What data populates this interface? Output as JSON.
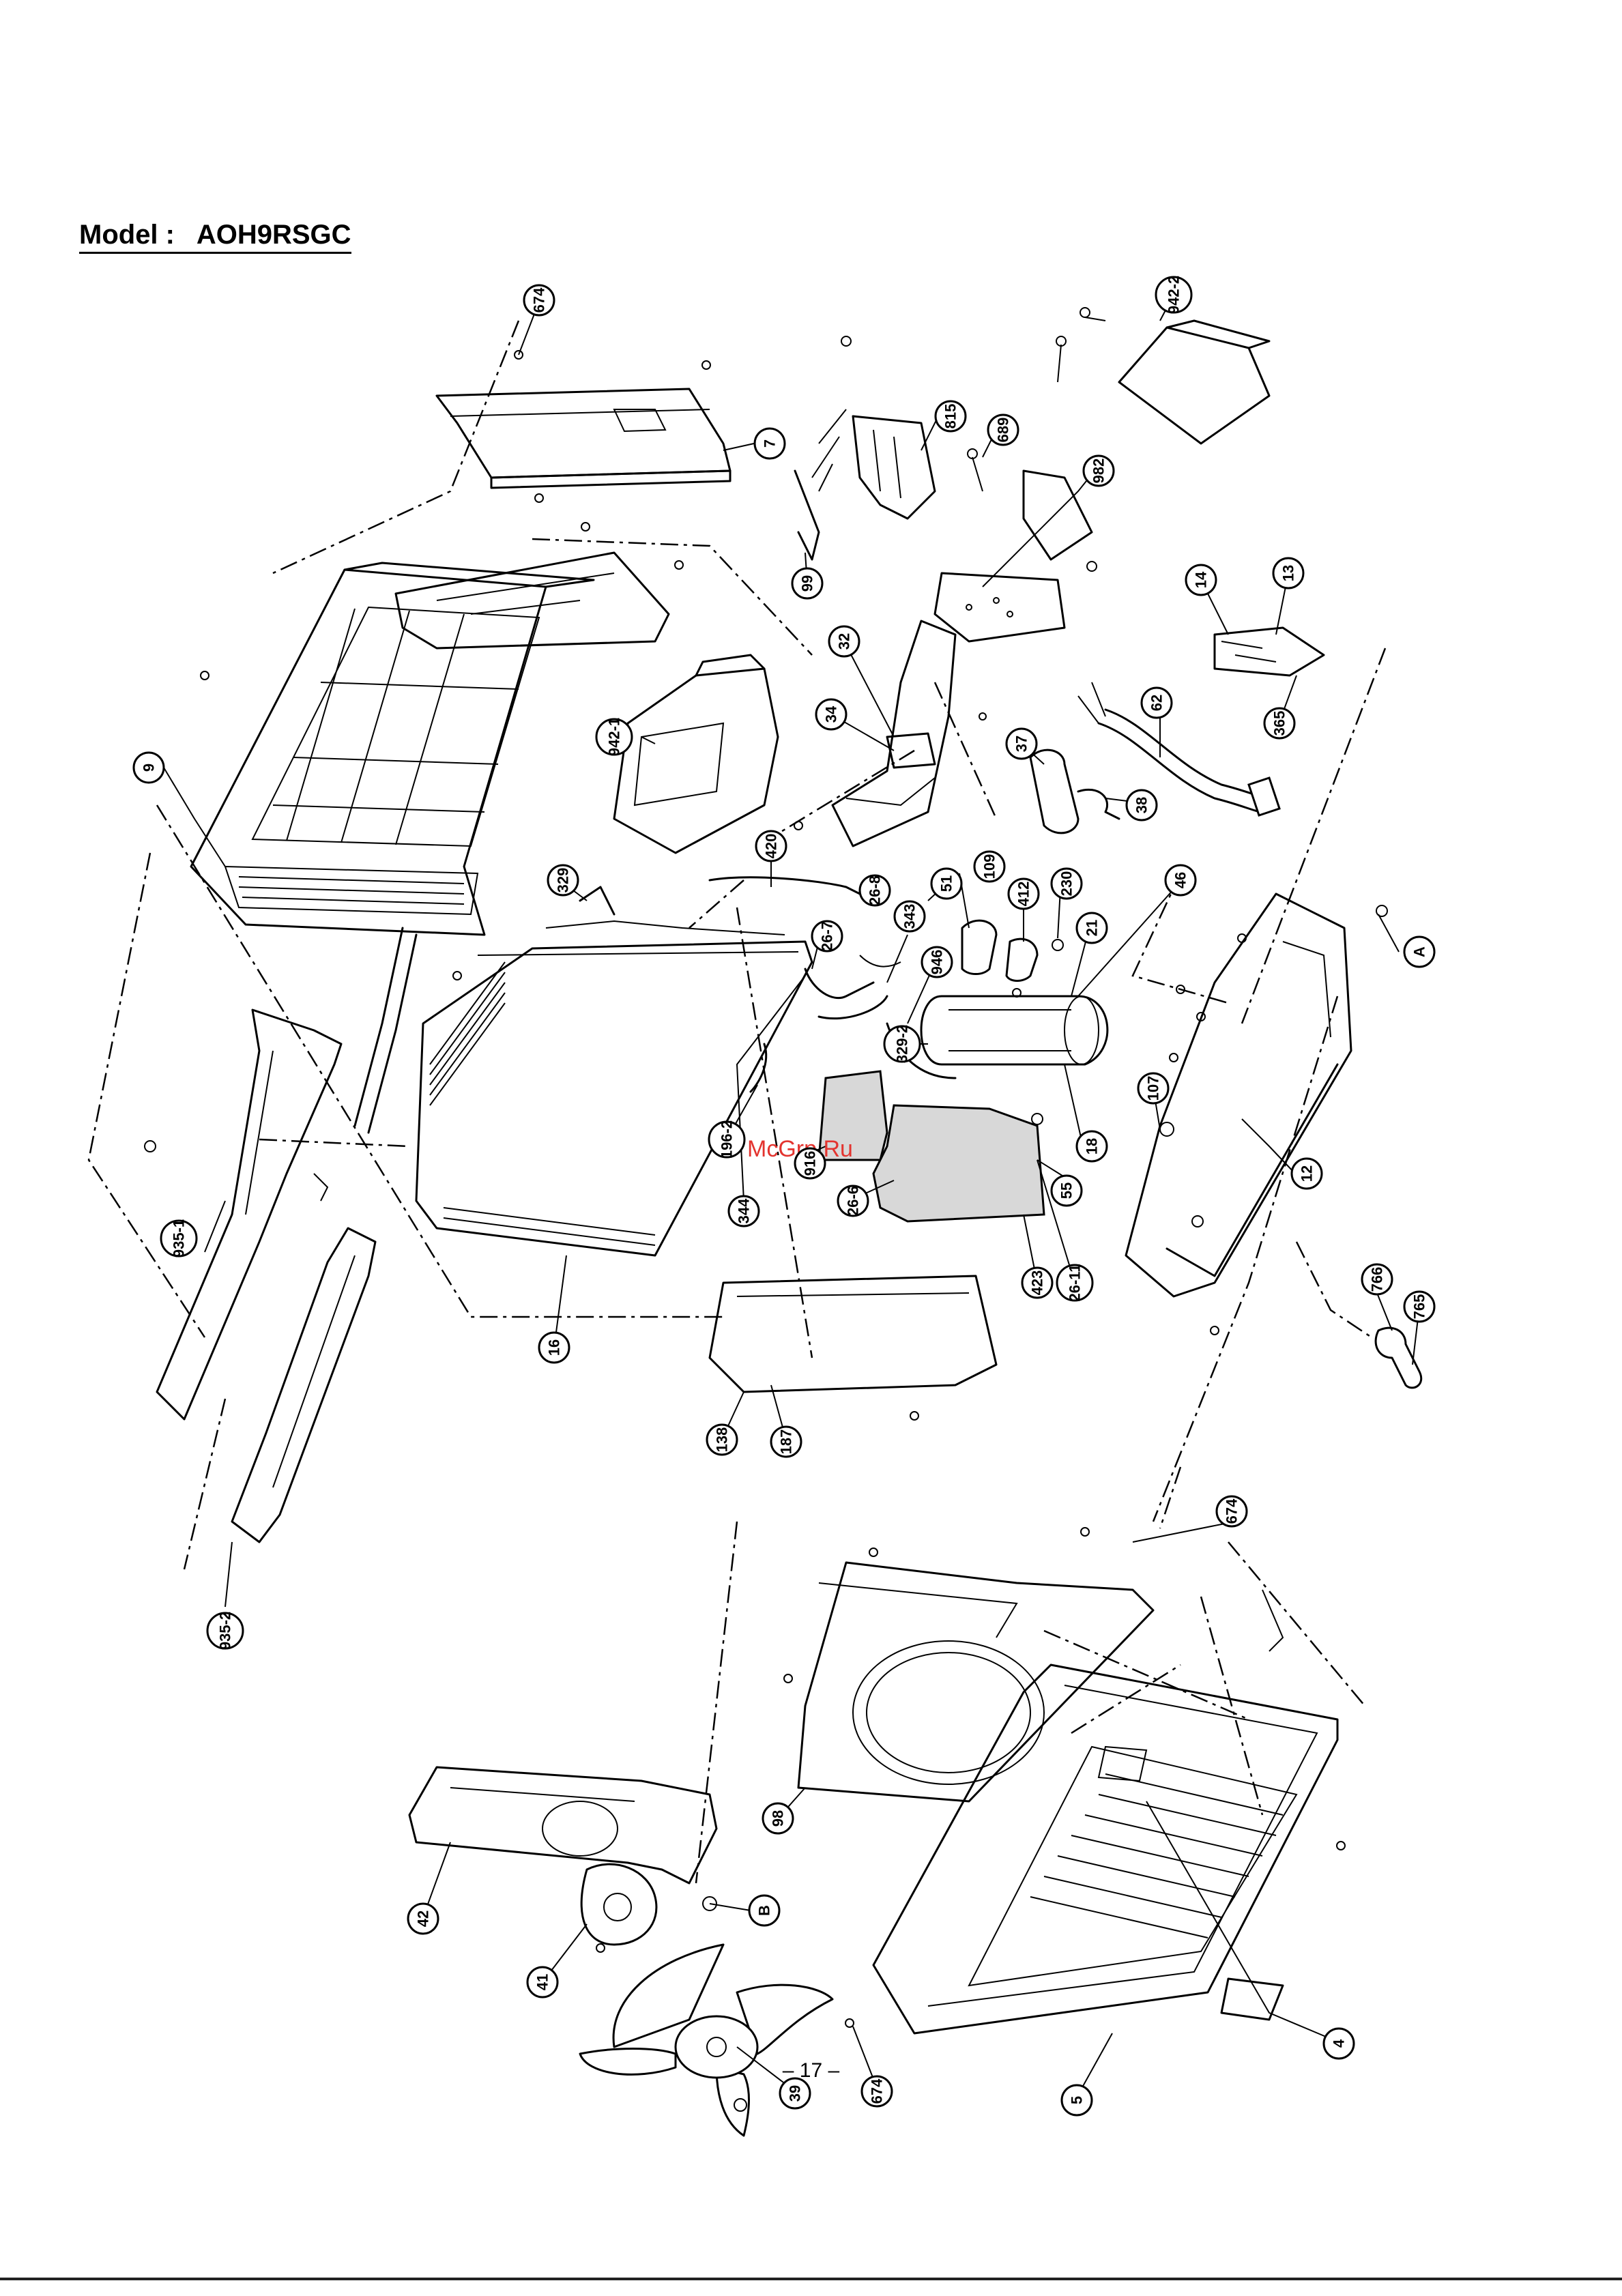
{
  "document": {
    "model_label": "Model :",
    "model_name": "AOH9RSGC",
    "page_number": "– 17 –",
    "watermark": "McGrp.Ru"
  },
  "callouts": [
    {
      "id": "674",
      "label": "674"
    },
    {
      "id": "7",
      "label": "7"
    },
    {
      "id": "99",
      "label": "99"
    },
    {
      "id": "815",
      "label": "815"
    },
    {
      "id": "689",
      "label": "689"
    },
    {
      "id": "942-2",
      "label": "942-2"
    },
    {
      "id": "982",
      "label": "982"
    },
    {
      "id": "14",
      "label": "14"
    },
    {
      "id": "13",
      "label": "13"
    },
    {
      "id": "365",
      "label": "365"
    },
    {
      "id": "62",
      "label": "62"
    },
    {
      "id": "32",
      "label": "32"
    },
    {
      "id": "34",
      "label": "34"
    },
    {
      "id": "37",
      "label": "37"
    },
    {
      "id": "38",
      "label": "38"
    },
    {
      "id": "9",
      "label": "9"
    },
    {
      "id": "942-1",
      "label": "942-1"
    },
    {
      "id": "420",
      "label": "420"
    },
    {
      "id": "329",
      "label": "329"
    },
    {
      "id": "26-8",
      "label": "26-8"
    },
    {
      "id": "51",
      "label": "51"
    },
    {
      "id": "109",
      "label": "109"
    },
    {
      "id": "412",
      "label": "412"
    },
    {
      "id": "230",
      "label": "230"
    },
    {
      "id": "46",
      "label": "46"
    },
    {
      "id": "A",
      "label": "A"
    },
    {
      "id": "26-7",
      "label": "26-7"
    },
    {
      "id": "343",
      "label": "343"
    },
    {
      "id": "946",
      "label": "946"
    },
    {
      "id": "21",
      "label": "21"
    },
    {
      "id": "329-2",
      "label": "329-2"
    },
    {
      "id": "107",
      "label": "107"
    },
    {
      "id": "18",
      "label": "18"
    },
    {
      "id": "196-2",
      "label": "196-2"
    },
    {
      "id": "344",
      "label": "344"
    },
    {
      "id": "916",
      "label": "916"
    },
    {
      "id": "26-6",
      "label": "26-6"
    },
    {
      "id": "55",
      "label": "55"
    },
    {
      "id": "423",
      "label": "423"
    },
    {
      "id": "26-11",
      "label": "26-11"
    },
    {
      "id": "12",
      "label": "12"
    },
    {
      "id": "935-1",
      "label": "935-1"
    },
    {
      "id": "16",
      "label": "16"
    },
    {
      "id": "138",
      "label": "138"
    },
    {
      "id": "187",
      "label": "187"
    },
    {
      "id": "766",
      "label": "766"
    },
    {
      "id": "765",
      "label": "765"
    },
    {
      "id": "935-2",
      "label": "935-2"
    },
    {
      "id": "674b",
      "label": "674"
    },
    {
      "id": "98",
      "label": "98"
    },
    {
      "id": "42",
      "label": "42"
    },
    {
      "id": "B",
      "label": "B"
    },
    {
      "id": "41",
      "label": "41"
    },
    {
      "id": "39",
      "label": "39"
    },
    {
      "id": "674c",
      "label": "674"
    },
    {
      "id": "5",
      "label": "5"
    },
    {
      "id": "4",
      "label": "4"
    }
  ]
}
